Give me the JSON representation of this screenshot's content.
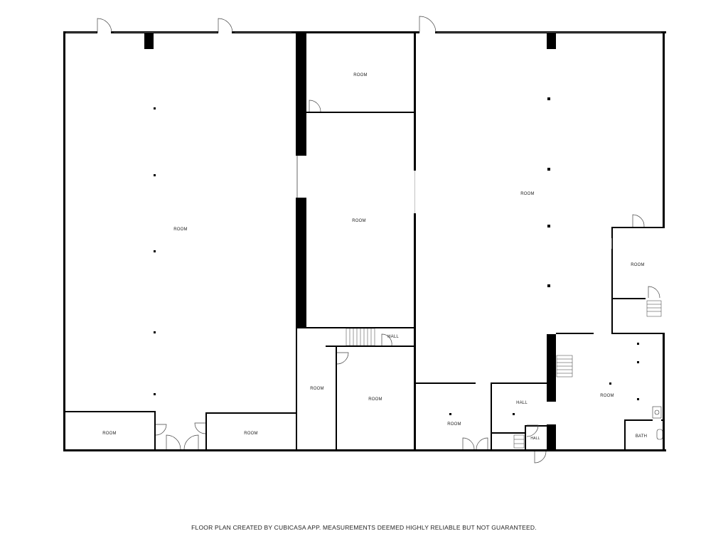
{
  "rooms": {
    "left_big": "ROOM",
    "left_bottom_a": "ROOM",
    "left_bottom_b": "ROOM",
    "mid_top": "ROOM",
    "mid_center": "ROOM",
    "mid_hall": "HALL",
    "mid_left_bottom": "ROOM",
    "mid_right_bottom": "ROOM",
    "right_big": "ROOM",
    "right_small": "ROOM",
    "right_bottom_room": "ROOM",
    "right_hall": "HALL",
    "right_hall_small": "HALL",
    "right_lower": "ROOM",
    "bath": "BATH"
  },
  "footer": "FLOOR PLAN CREATED BY CUBICASA APP. MEASUREMENTS DEEMED HIGHLY RELIABLE BUT NOT GUARANTEED."
}
